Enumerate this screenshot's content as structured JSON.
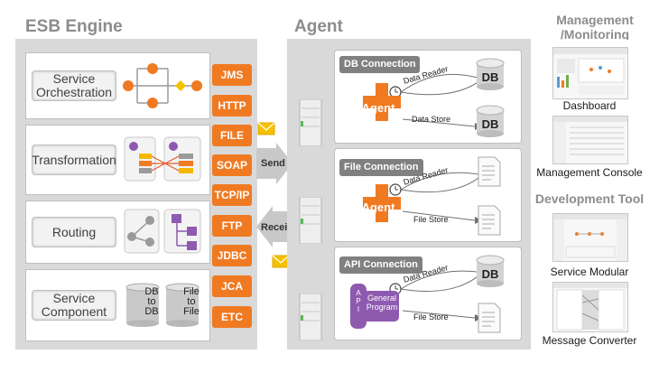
{
  "esb": {
    "title": "ESB Engine",
    "rows": [
      {
        "label": "Service\nOrchestration"
      },
      {
        "label": "Transformation"
      },
      {
        "label": "Routing"
      },
      {
        "label": "Service\nComponent"
      }
    ],
    "component_items": [
      {
        "label": "DB\nto\nDB"
      },
      {
        "label": "File\nto\nFile"
      }
    ],
    "protocols": [
      "JMS",
      "HTTP",
      "FILE",
      "SOAP",
      "TCP/IP",
      "FTP",
      "JDBC",
      "JCA",
      "ETC"
    ]
  },
  "flows": {
    "send": "Send",
    "receive": "Receive"
  },
  "agent": {
    "title": "Agent",
    "boxes": [
      {
        "tag": "DB Connection",
        "agent_label": "Agent",
        "reader": "Data Reader",
        "store": "Data Store",
        "target_top": "DB",
        "target_bottom": "DB"
      },
      {
        "tag": "File Connection",
        "agent_label": "Agent",
        "reader": "Data Reader",
        "store": "File Store"
      },
      {
        "tag": "API Connection",
        "api_label": "A\nP\nI",
        "program_label": "General\nProgram",
        "reader": "Data Reader",
        "store": "File Store",
        "target_top": "DB"
      }
    ]
  },
  "management": {
    "title": "Management\n/Monitoring",
    "items": [
      {
        "label": "Dashboard"
      },
      {
        "label": "Management Console"
      }
    ]
  },
  "devtool": {
    "title": "Development Tool",
    "items": [
      {
        "label": "Service Modular"
      },
      {
        "label": "Message Converter"
      }
    ]
  },
  "colors": {
    "accent": "#f07a22",
    "panel": "#d9d9d9",
    "purple": "#8e5ab0",
    "tag": "#808080"
  }
}
